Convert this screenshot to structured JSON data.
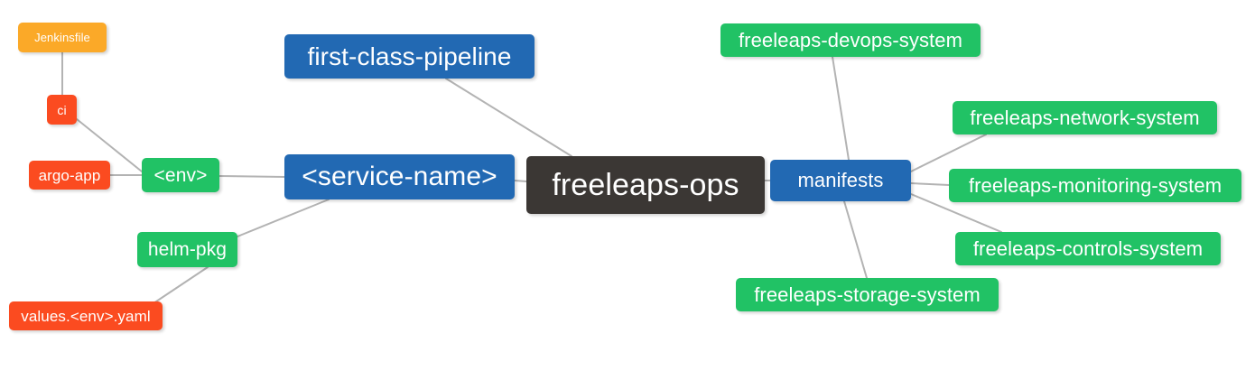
{
  "diagram": {
    "type": "mindmap",
    "root": "freeleaps-ops",
    "background": "#ffffff",
    "edge_color": "#b3b3b3"
  },
  "colors": {
    "root_dark": "#3b3734",
    "blue": "#2269b3",
    "green": "#21c265",
    "orange": "#fba928",
    "red_orange": "#fb4b20",
    "text": "#ffffff"
  },
  "nodes": {
    "root": {
      "label": "freeleaps-ops"
    },
    "service_name": {
      "label": "<service-name>"
    },
    "first_class_pipeline": {
      "label": "first-class-pipeline"
    },
    "manifests": {
      "label": "manifests"
    },
    "env": {
      "label": "<env>"
    },
    "helm_pkg": {
      "label": "helm-pkg"
    },
    "ci": {
      "label": "ci"
    },
    "argo_app": {
      "label": "argo-app"
    },
    "jenkinsfile": {
      "label": "Jenkinsfile"
    },
    "values_yaml": {
      "label": "values.<env>.yaml"
    },
    "devops_system": {
      "label": "freeleaps-devops-system"
    },
    "network_system": {
      "label": "freeleaps-network-system"
    },
    "monitoring_system": {
      "label": "freeleaps-monitoring-system"
    },
    "controls_system": {
      "label": "freeleaps-controls-system"
    },
    "storage_system": {
      "label": "freeleaps-storage-system"
    }
  },
  "edges": [
    {
      "from": "service_name",
      "to": "root"
    },
    {
      "from": "first_class_pipeline",
      "to": "root"
    },
    {
      "from": "root",
      "to": "manifests"
    },
    {
      "from": "env",
      "to": "service_name"
    },
    {
      "from": "helm_pkg",
      "to": "service_name"
    },
    {
      "from": "ci",
      "to": "env"
    },
    {
      "from": "argo_app",
      "to": "env"
    },
    {
      "from": "jenkinsfile",
      "to": "ci"
    },
    {
      "from": "values_yaml",
      "to": "helm_pkg"
    },
    {
      "from": "manifests",
      "to": "devops_system"
    },
    {
      "from": "manifests",
      "to": "network_system"
    },
    {
      "from": "manifests",
      "to": "monitoring_system"
    },
    {
      "from": "manifests",
      "to": "controls_system"
    },
    {
      "from": "manifests",
      "to": "storage_system"
    }
  ]
}
